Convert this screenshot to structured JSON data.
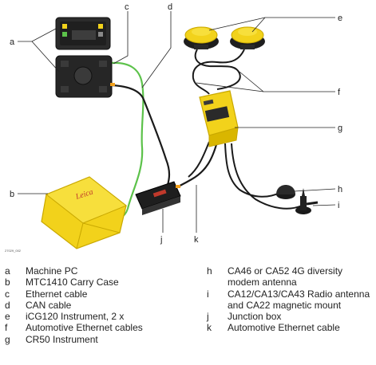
{
  "figure_id": "27029_002",
  "callouts": [
    "a",
    "b",
    "c",
    "d",
    "e",
    "f",
    "g",
    "h",
    "i",
    "j",
    "k"
  ],
  "legend_left": [
    {
      "letter": "a",
      "text": "Machine PC"
    },
    {
      "letter": "b",
      "text": "MTC1410 Carry Case"
    },
    {
      "letter": "c",
      "text": "Ethernet cable"
    },
    {
      "letter": "d",
      "text": "CAN cable"
    },
    {
      "letter": "e",
      "text": "iCG120 Instrument, 2 x"
    },
    {
      "letter": "f",
      "text": "Automotive Ethernet cables"
    },
    {
      "letter": "g",
      "text": "CR50 Instrument"
    }
  ],
  "legend_right": [
    {
      "letter": "h",
      "text": "CA46 or CA52 4G diversity modem antenna"
    },
    {
      "letter": "i",
      "text": "CA12/CA13/CA43 Radio antenna and CA22 magnetic mount"
    },
    {
      "letter": "j",
      "text": "Junction box"
    },
    {
      "letter": "k",
      "text": "Automotive Ethernet cable"
    }
  ],
  "case_brand": "Leica",
  "colors": {
    "yellow": "#f2d21b",
    "yellow_dark": "#c9a800",
    "green_cable": "#5cc24a",
    "black": "#1a1a1a",
    "grey": "#3a3a3a"
  }
}
